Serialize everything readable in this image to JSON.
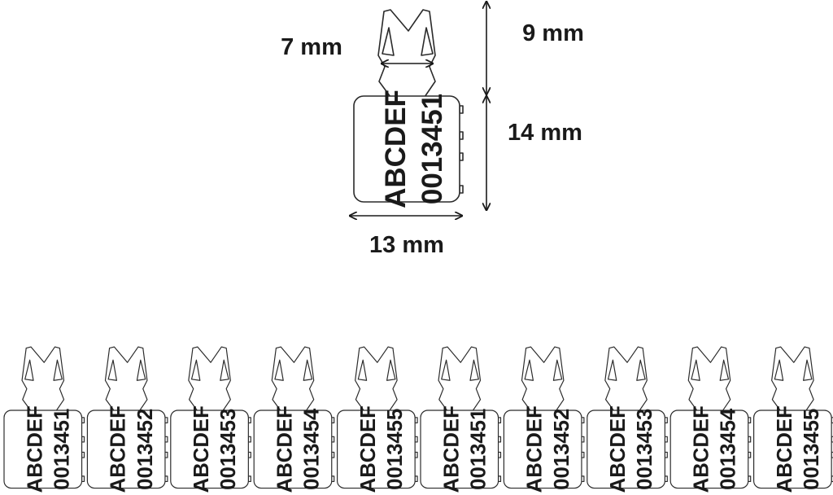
{
  "dimensions": {
    "head_width": "7 mm",
    "head_height": "9 mm",
    "body_height": "14 mm",
    "body_width": "13 mm"
  },
  "main_seal": {
    "line1": "ABCDEF",
    "line2": "0013451"
  },
  "strip": [
    {
      "line1": "ABCDEF",
      "line2": "0013451"
    },
    {
      "line1": "ABCDEF",
      "line2": "0013452"
    },
    {
      "line1": "ABCDEF",
      "line2": "0013453"
    },
    {
      "line1": "ABCDEF",
      "line2": "0013454"
    },
    {
      "line1": "ABCDEF",
      "line2": "0013455"
    },
    {
      "line1": "ABCDEF",
      "line2": "0013451"
    },
    {
      "line1": "ABCDEF",
      "line2": "0013452"
    },
    {
      "line1": "ABCDEF",
      "line2": "0013453"
    },
    {
      "line1": "ABCDEF",
      "line2": "0013454"
    },
    {
      "line1": "ABCDEF",
      "line2": "0013455"
    }
  ]
}
